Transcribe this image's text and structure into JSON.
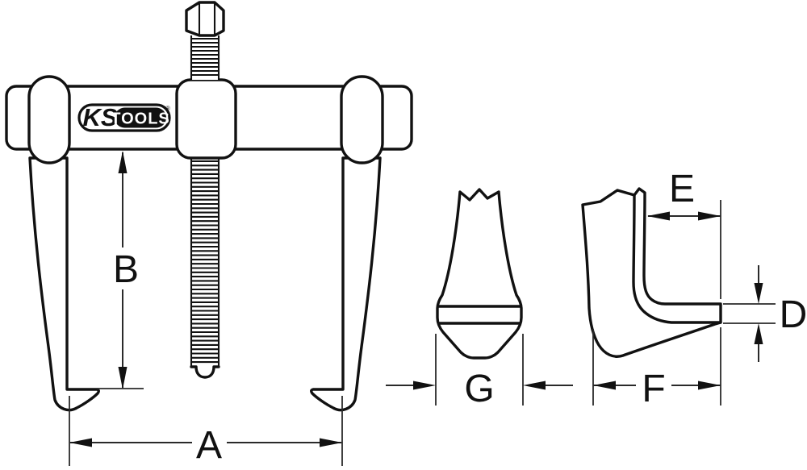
{
  "colors": {
    "background": "#ffffff",
    "line": "#111111",
    "logo_pill": "#111111",
    "logo_pill_text": "#ffffff"
  },
  "logo": {
    "brand_left": "KS",
    "brand_right": "TOOLS",
    "registered_mark": "®"
  },
  "dimension_labels": {
    "a": "A",
    "b": "B",
    "d": "D",
    "e": "E",
    "f": "F",
    "g": "G"
  }
}
